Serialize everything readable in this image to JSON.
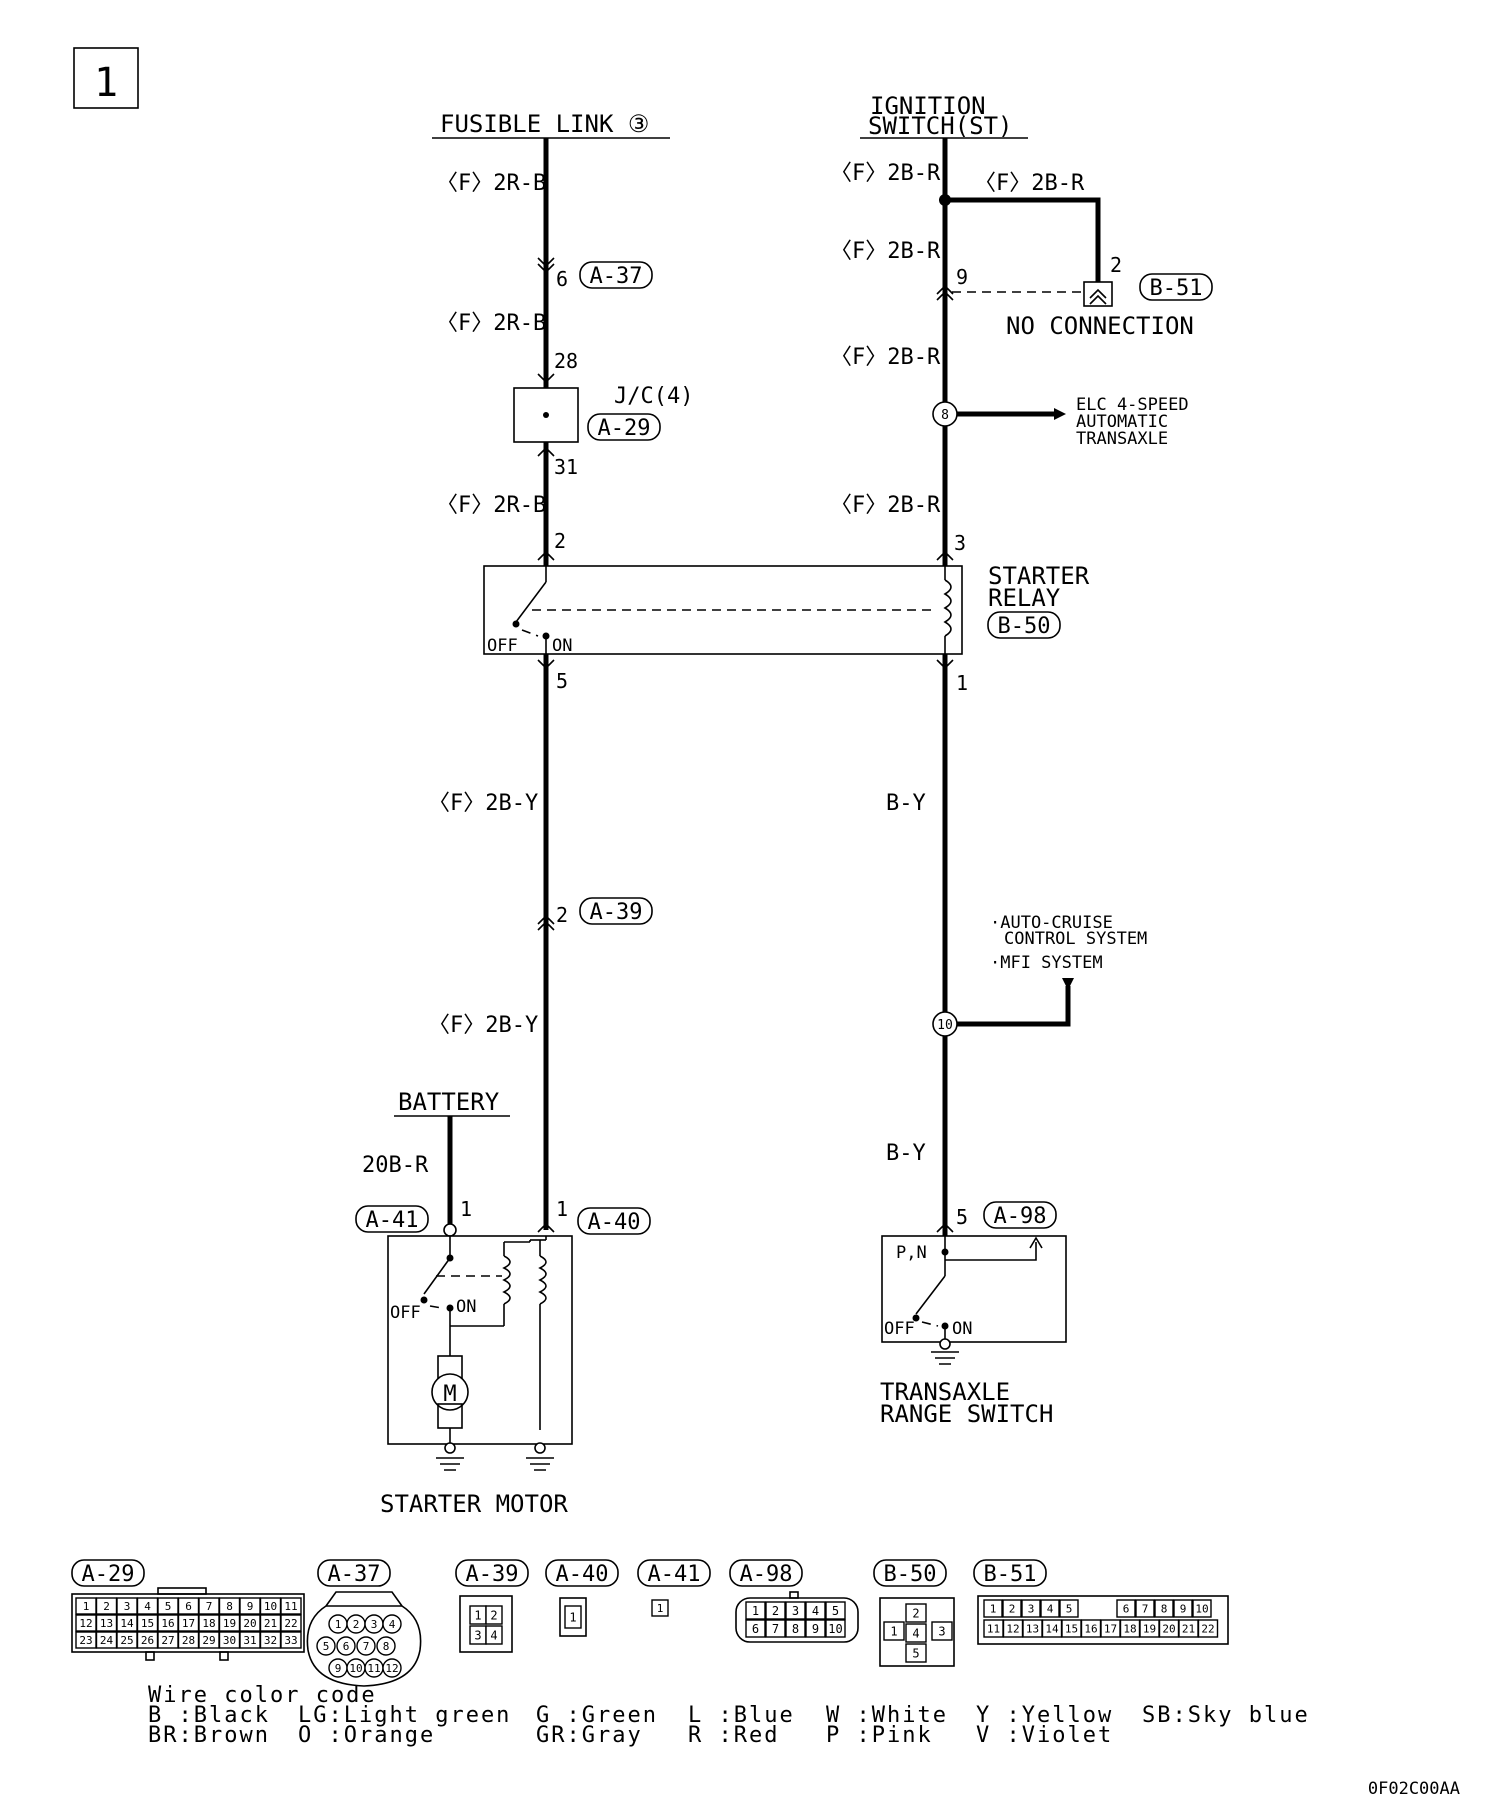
{
  "page_number": "1",
  "diagram_code": "0F02C00AA",
  "sources": {
    "fusible_link": "FUSIBLE LINK ③",
    "ignition_switch_line1": "IGNITION",
    "ignition_switch_line2": "SWITCH(ST)",
    "battery": "BATTERY"
  },
  "wires": {
    "w_2RB": "〈F〉2R-B",
    "w_2BR": "〈F〉2B-R",
    "w_2BY": "〈F〉2B-Y",
    "w_BY": "B-Y",
    "w_20BR": "20B-R"
  },
  "connectors": {
    "a37": "A-37",
    "a29": "A-29",
    "a39": "A-39",
    "a40": "A-40",
    "a41": "A-41",
    "a98": "A-98",
    "b50": "B-50",
    "b51": "B-51"
  },
  "components": {
    "jc": "J/C(4)",
    "starter_relay_line1": "STARTER",
    "starter_relay_line2": "RELAY",
    "starter_motor": "STARTER MOTOR",
    "range_switch_line1": "TRANSAXLE",
    "range_switch_line2": "RANGE SWITCH",
    "no_connection": "NO CONNECTION",
    "motor_symbol": "M"
  },
  "switch_labels": {
    "off": "OFF",
    "on": "ON",
    "pn": "P,N"
  },
  "pins": {
    "p6": "6",
    "p28": "28",
    "p31": "31",
    "p2": "2",
    "p5": "5",
    "p2b": "2",
    "p1a": "1",
    "p1b": "1",
    "p9": "9",
    "p2c": "2",
    "p3": "3",
    "p1c": "1",
    "p5b": "5"
  },
  "splices": {
    "s8": "8",
    "s10": "10"
  },
  "branches": {
    "elc_line1": "ELC 4-SPEED",
    "elc_line2": "AUTOMATIC",
    "elc_line3": "TRANSAXLE",
    "acc_line1": "·AUTO-CRUISE",
    "acc_line2": "CONTROL SYSTEM",
    "mfi": "·MFI SYSTEM"
  },
  "connector_faces": {
    "a29_rows": [
      [
        "1",
        "2",
        "3",
        "4",
        "5",
        "6",
        "7",
        "8",
        "9",
        "10",
        "11"
      ],
      [
        "12",
        "13",
        "14",
        "15",
        "16",
        "17",
        "18",
        "19",
        "20",
        "21",
        "22"
      ],
      [
        "23",
        "24",
        "25",
        "26",
        "27",
        "28",
        "29",
        "30",
        "31",
        "32",
        "33"
      ]
    ],
    "a37_pins": [
      "1",
      "2",
      "3",
      "4",
      "5",
      "6",
      "7",
      "8",
      "9",
      "10",
      "11",
      "12"
    ],
    "a39_pins": [
      "1",
      "2",
      "3",
      "4"
    ],
    "a40_pins": [
      "1"
    ],
    "a41_pins": [
      "1"
    ],
    "a98_rows": [
      [
        "1",
        "2",
        "3",
        "4",
        "5"
      ],
      [
        "6",
        "7",
        "8",
        "9",
        "10"
      ]
    ],
    "b50_pins": [
      "1",
      "2",
      "3",
      "4",
      "5"
    ],
    "b51_rows": [
      [
        "1",
        "2",
        "3",
        "4",
        "5",
        "6",
        "7",
        "8",
        "9",
        "10"
      ],
      [
        "11",
        "12",
        "13",
        "14",
        "15",
        "16",
        "17",
        "18",
        "19",
        "20",
        "21",
        "22"
      ]
    ]
  },
  "legend": {
    "title": "Wire color code",
    "col1": [
      "B :Black",
      "BR:Brown"
    ],
    "col2": [
      "LG:Light green",
      "O :Orange"
    ],
    "col3": [
      "G :Green",
      "GR:Gray"
    ],
    "col4": [
      "L :Blue",
      "R :Red"
    ],
    "col5": [
      "W :White",
      "P :Pink"
    ],
    "col6": [
      "Y :Yellow",
      "V :Violet"
    ],
    "col7": [
      "SB:Sky blue"
    ]
  }
}
